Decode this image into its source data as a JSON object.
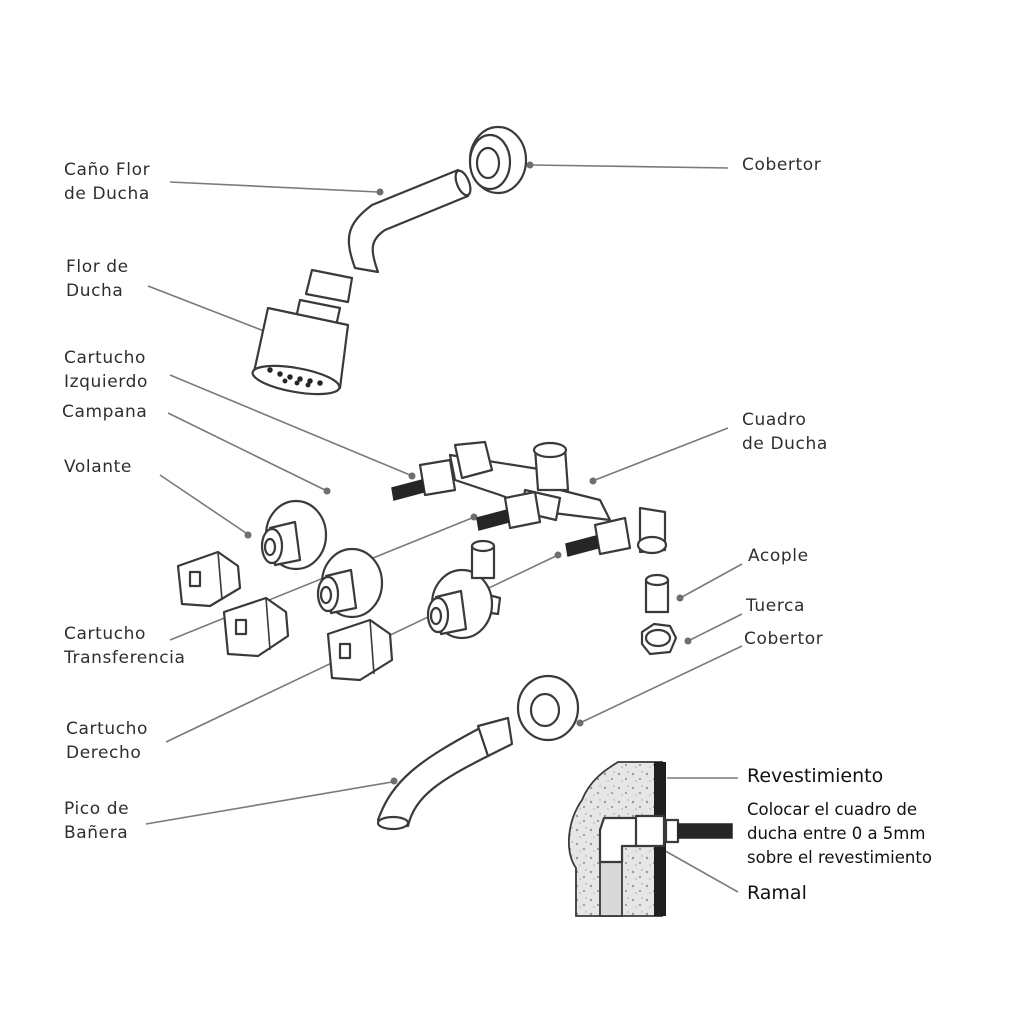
{
  "labels": {
    "cano_flor": [
      "Caño Flor",
      "de Ducha"
    ],
    "cobertor_top": "Cobertor",
    "flor_ducha": [
      "Flor de",
      "Ducha"
    ],
    "cartucho_izquierdo": [
      "Cartucho",
      "Izquierdo"
    ],
    "campana": "Campana",
    "cuadro_ducha": [
      "Cuadro",
      "de Ducha"
    ],
    "volante": "Volante",
    "acople": "Acople",
    "tuerca": "Tuerca",
    "cobertor_bottom": "Cobertor",
    "cartucho_transferencia": [
      "Cartucho",
      "Transferencia"
    ],
    "cartucho_derecho": [
      "Cartucho",
      "Derecho"
    ],
    "pico_banera": [
      "Pico de",
      "Bañera"
    ]
  },
  "detail": {
    "revestimiento": "Revestimiento",
    "note": [
      "Colocar el cuadro de",
      "ducha entre 0 a 5mm",
      "sobre el revestimiento"
    ],
    "ramal": "Ramal"
  }
}
